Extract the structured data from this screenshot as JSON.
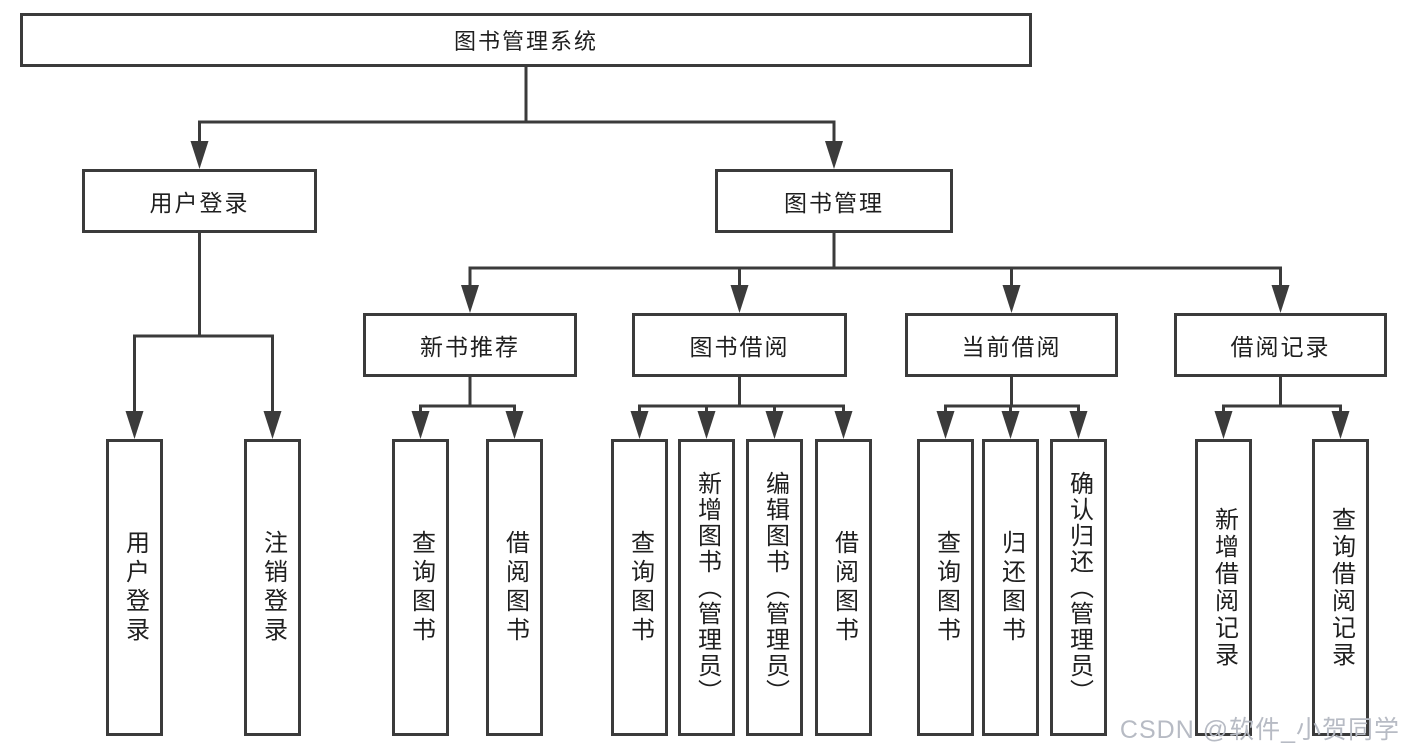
{
  "diagram": {
    "title": "图书管理系统",
    "level2": {
      "user_login": "用户登录",
      "book_management": "图书管理"
    },
    "level3": {
      "new_book_recommend": "新书推荐",
      "book_borrow": "图书借阅",
      "current_borrow": "当前借阅",
      "borrow_record": "借阅记录"
    },
    "leaves": {
      "user_login": "用户登录",
      "logout": "注销登录",
      "recommend_query_book": "查询图书",
      "recommend_borrow_book": "借阅图书",
      "borrow_query_book": "查询图书",
      "borrow_add_book": "新增图书（管理员）",
      "borrow_edit_book": "编辑图书（管理员）",
      "borrow_borrow_book": "借阅图书",
      "current_query_book": "查询图书",
      "current_return_book": "归还图书",
      "current_confirm_return": "确认归还（管理员）",
      "record_add": "新增借阅记录",
      "record_query": "查询借阅记录"
    },
    "watermark": "CSDN @软件_小贺同学",
    "line_color": "#3b3b3b"
  }
}
